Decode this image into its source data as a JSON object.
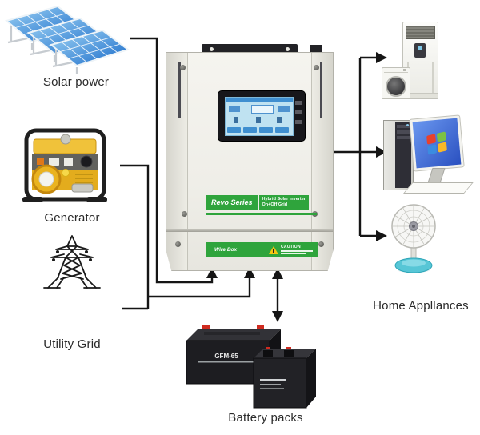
{
  "labels": {
    "solar": "Solar power",
    "generator": "Generator",
    "utility": "Utility Grid",
    "appliances": "Home Appllances",
    "battery": "Battery packs"
  },
  "inverter": {
    "series": "Revo Series",
    "product_line1": "Hybrid Solar Inverter",
    "product_line2": "On+Off Grid",
    "wire_box": "Wire Box",
    "caution": "CAUTION",
    "brand_green": "#2FA43C"
  },
  "battery_pack": {
    "large_label": "GFM-65"
  },
  "colors": {
    "connector_line": "#151515",
    "solar_panel_blue": "#1668C8",
    "generator_yellow": "#E9B31F",
    "fan_base_teal": "#57C6D6",
    "lcd_screen_blue": "#BFE2F1",
    "battery_black": "#1D1D21",
    "windows_flag": [
      "#E8412C",
      "#7CC142",
      "#3B8CE0",
      "#F8B828"
    ]
  }
}
